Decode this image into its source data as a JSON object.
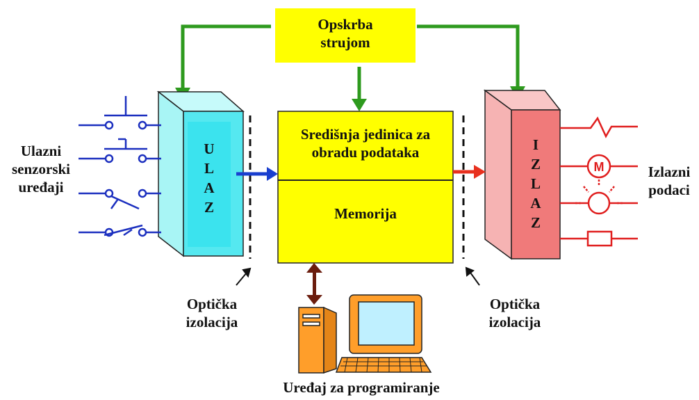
{
  "diagram": {
    "power": {
      "line1": "Opskrba",
      "line2": "strujom"
    },
    "cpu": {
      "line1": "Središnja jedinica za",
      "line2": "obradu podataka"
    },
    "memory": {
      "label": "Memorija"
    },
    "input_block": {
      "letters": [
        "U",
        "L",
        "A",
        "Z"
      ]
    },
    "output_block": {
      "letters": [
        "I",
        "Z",
        "L",
        "A",
        "Z"
      ]
    },
    "input_devices": {
      "line1": "Ulazni",
      "line2": "senzorski",
      "line3": "uređaji"
    },
    "output_data": {
      "line1": "Izlazni",
      "line2": "podaci"
    },
    "optical_left": {
      "line1": "Optička",
      "line2": "izolacija"
    },
    "optical_right": {
      "line1": "Optička",
      "line2": "izolacija"
    },
    "programmer": {
      "label": "Uređaj za programiranje"
    },
    "colors": {
      "power_fill": "#ffff00",
      "cpu_fill": "#ffff00",
      "input_fill": "#66ffff",
      "output_fill": "#f08080",
      "supply_lines": "#2e9a1e",
      "input_arrow": "#1a3fcf",
      "output_arrow": "#e8301e",
      "sensor_lines": "#1b2fbf",
      "actuator_lines": "#e01e1e",
      "programmer_arrow": "#6b1d0e",
      "computer": "#ff9e2a"
    }
  }
}
